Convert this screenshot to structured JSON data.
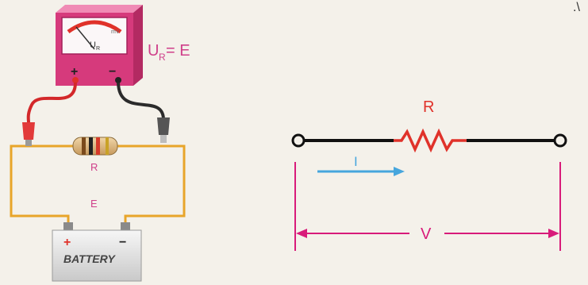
{
  "corner_mark": ".\\",
  "left_diagram": {
    "meter_symbol": "U",
    "meter_symbol_sub": "R",
    "meter_tick": "mV",
    "meter_plus": "+",
    "meter_minus": "−",
    "equation_main": "U",
    "equation_sub": "R",
    "equation_rest": "= E",
    "resistor_label": "R",
    "source_label": "E",
    "battery_plus": "+",
    "battery_minus": "−",
    "battery_text": "BATTERY"
  },
  "right_diagram": {
    "resistor_label": "R",
    "current_label": "I",
    "voltage_label": "V"
  },
  "colors": {
    "meter_pink": "#d63a7c",
    "label_pink": "#cf3f8a",
    "wire_black": "#111111",
    "resistor_red": "#e0322a",
    "current_blue": "#46a6dd",
    "voltage_magenta": "#d81b7a",
    "circuit_wire": "#e8a52a"
  }
}
